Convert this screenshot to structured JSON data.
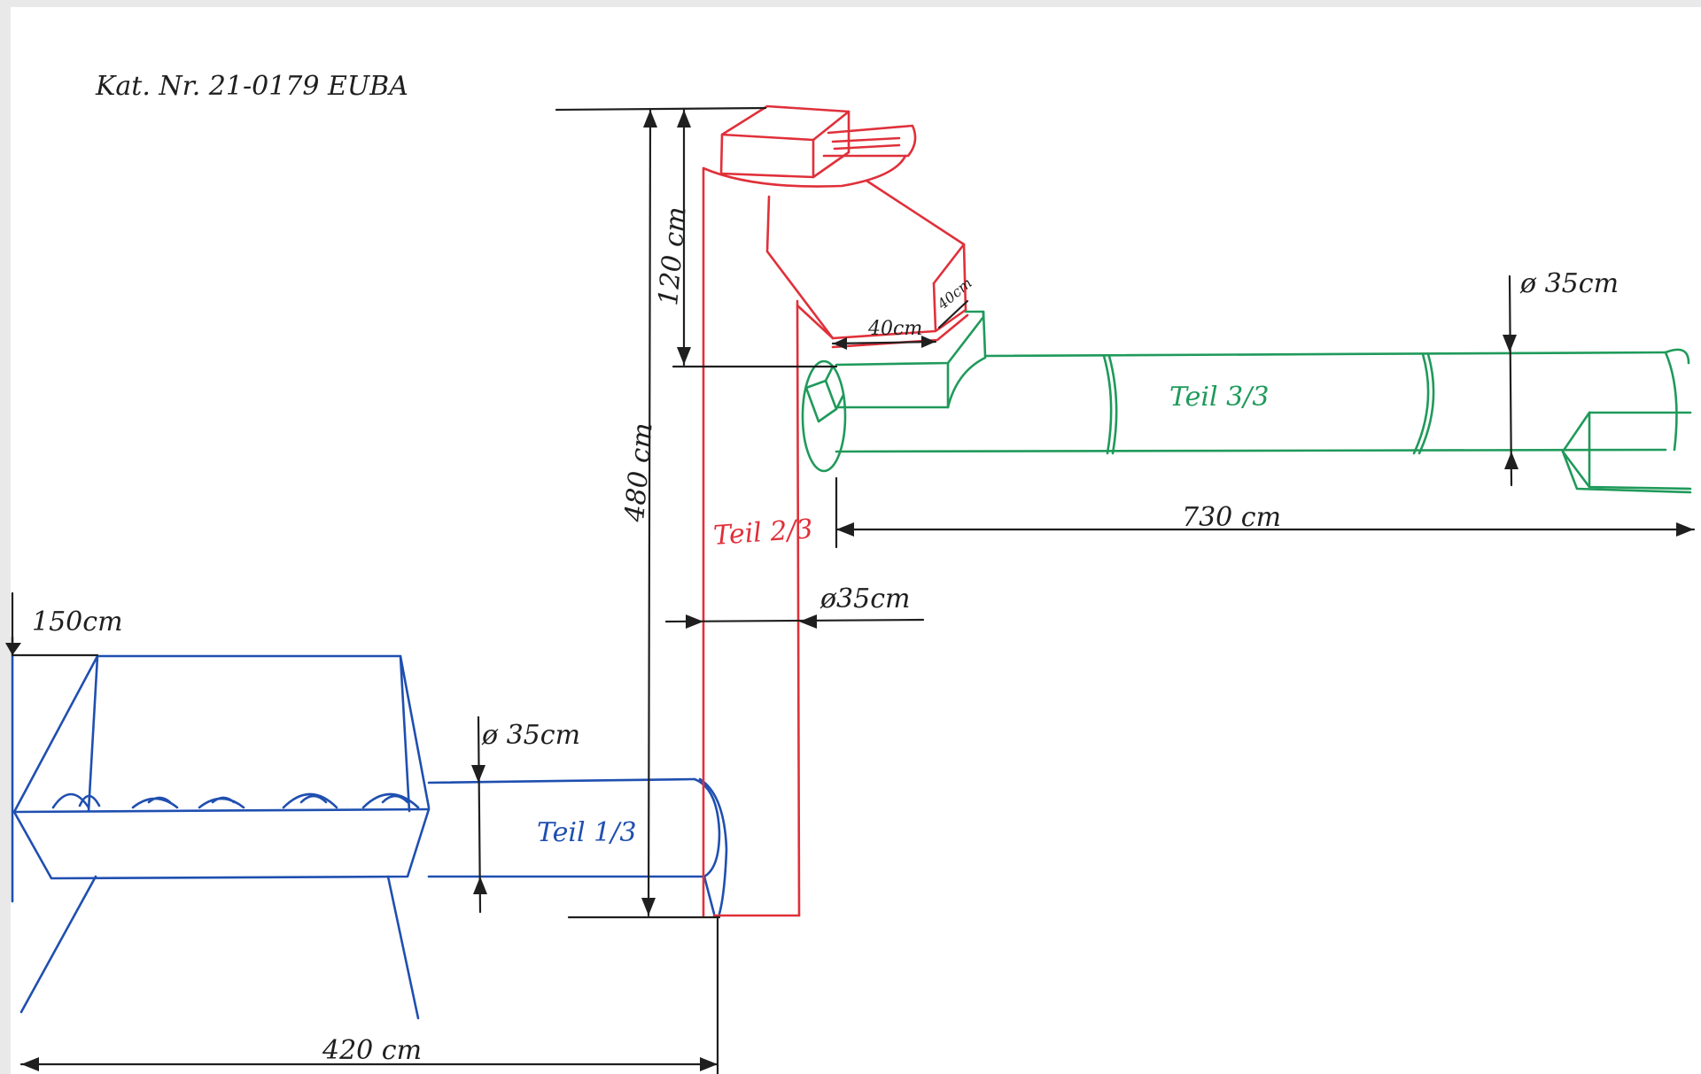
{
  "catalog_number": "Kat. Nr. 21-0179 EUBA",
  "colors": {
    "part_1": "#1f4fb0",
    "part_2": "#e0303a",
    "part_3": "#1f9a5a",
    "dimension": "#1f1f1f"
  },
  "parts": {
    "part_1": {
      "label": "Teil 1/3",
      "diameter": "ø 35cm"
    },
    "part_2": {
      "label": "Teil 2/3",
      "diameter": "ø35cm"
    },
    "part_3": {
      "label": "Teil 3/3",
      "diameter": "ø 35cm"
    }
  },
  "dimensions": {
    "total_height": "480 cm",
    "top_section_height": "120 cm",
    "hopper_top_width": "150cm",
    "base_length": "420 cm",
    "horizontal_length": "730 cm",
    "head_width": "40cm",
    "head_depth": "40cm"
  }
}
